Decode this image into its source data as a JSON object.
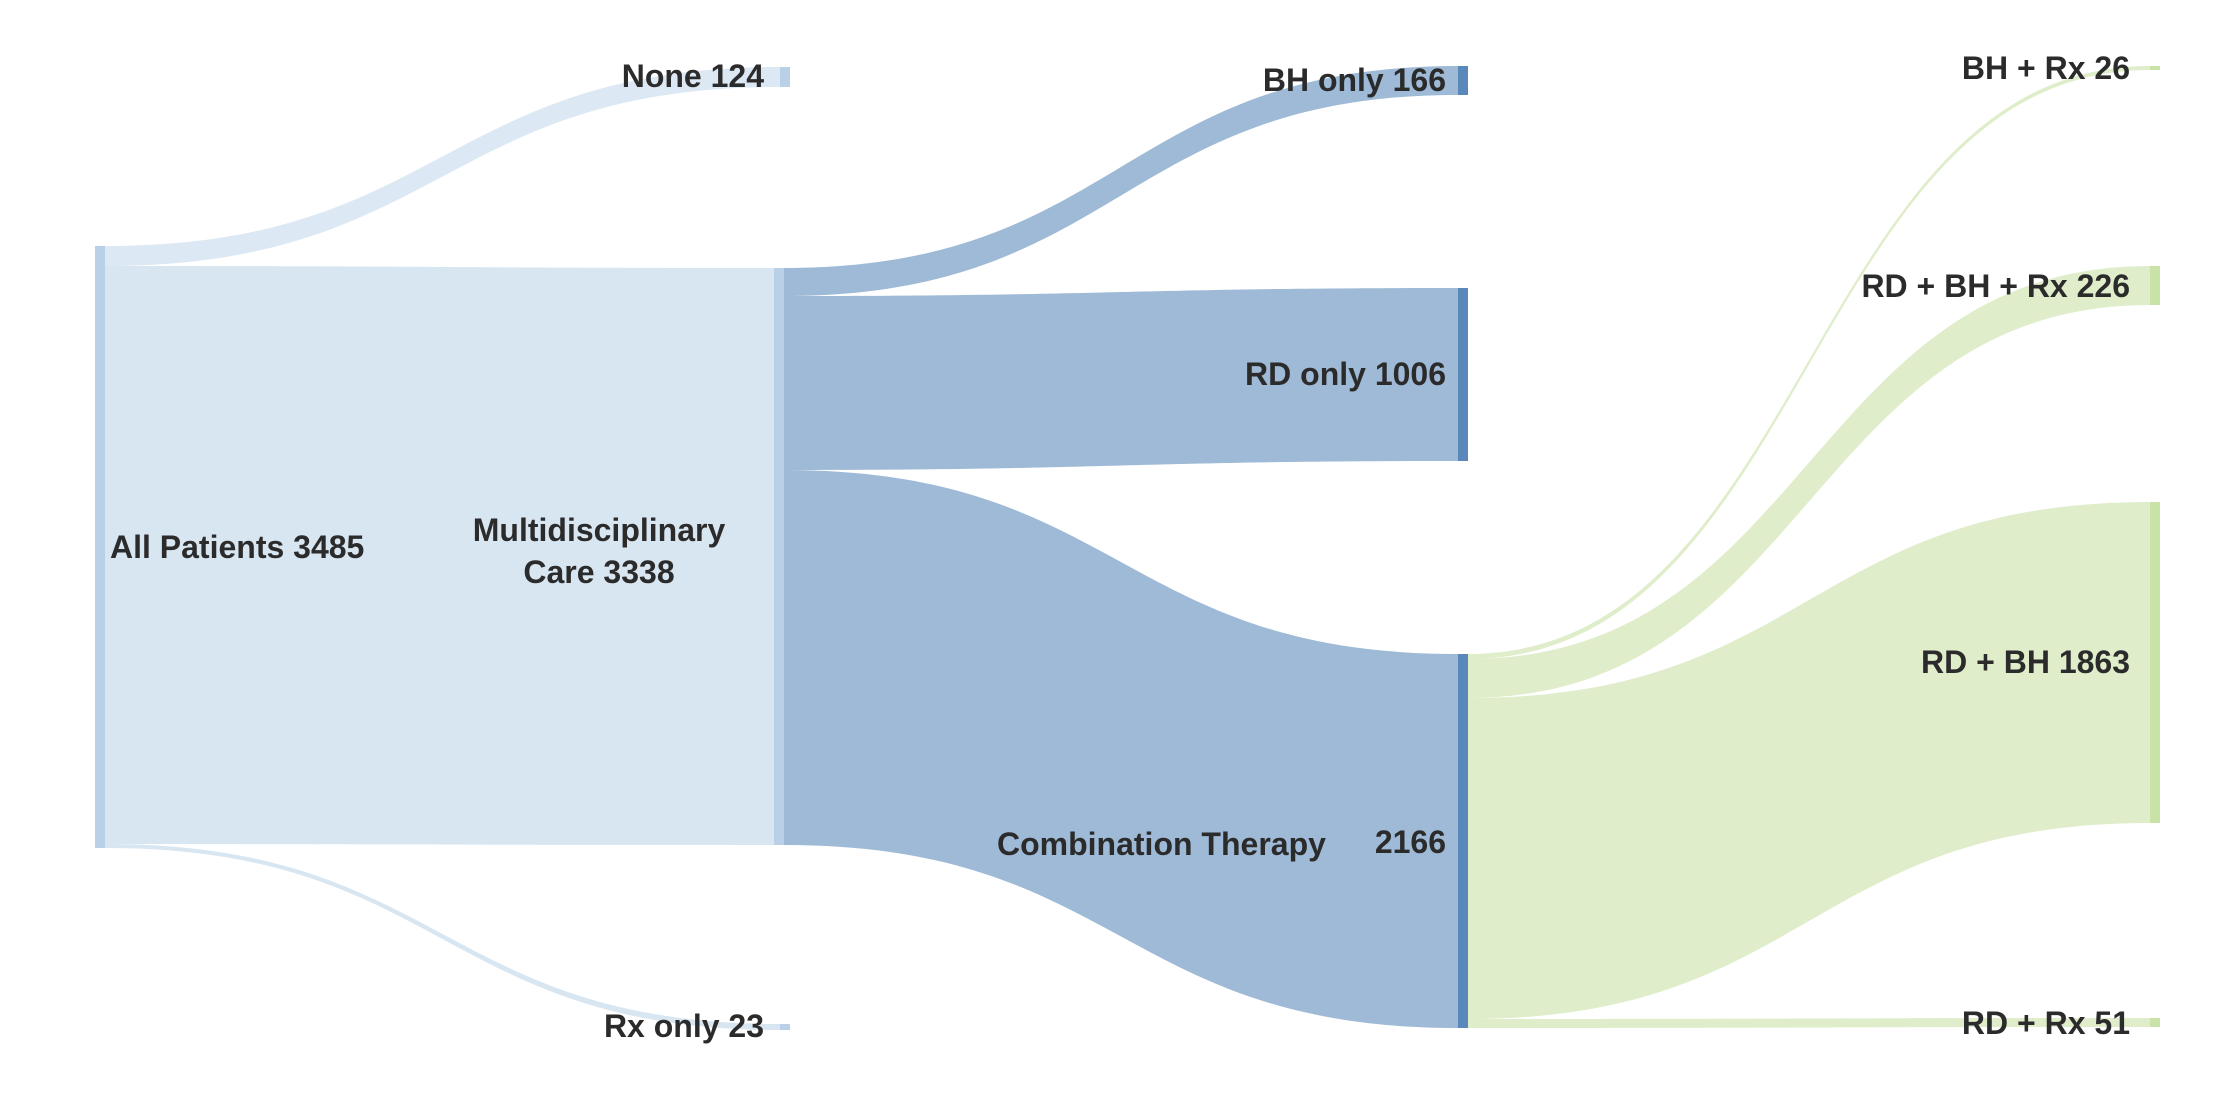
{
  "colors": {
    "flow_light_blue": "#d8e6f2",
    "flow_mid_blue": "#9ebad6",
    "flow_green": "#dfedca",
    "node_light_blue": "#b9d0e6",
    "node_mid_blue": "#a9c2dc",
    "node_dark_blue": "#5b88bb",
    "node_green": "#c9e2a8",
    "label": "#2b2b2b"
  },
  "chart_data": {
    "type": "sankey",
    "nodes": [
      {
        "id": "all_patients",
        "label": "All Patients 3485",
        "value": 3485
      },
      {
        "id": "none",
        "label": "None 124",
        "value": 124
      },
      {
        "id": "multidisciplinary",
        "label_line1": "Multidisciplinary",
        "label_line2": "Care 3338",
        "value": 3338
      },
      {
        "id": "rx_only",
        "label": "Rx only 23",
        "value": 23
      },
      {
        "id": "bh_only",
        "label": "BH only 166",
        "value": 166
      },
      {
        "id": "rd_only",
        "label": "RD only 1006",
        "value": 1006
      },
      {
        "id": "combination",
        "label_left": "Combination Therapy",
        "label_right": "2166",
        "value": 2166
      },
      {
        "id": "bh_rx",
        "label": "BH + Rx 26",
        "value": 26
      },
      {
        "id": "rd_bh_rx",
        "label": "RD + BH + Rx 226",
        "value": 226
      },
      {
        "id": "rd_bh",
        "label": "RD + BH 1863",
        "value": 1863
      },
      {
        "id": "rd_rx",
        "label": "RD + Rx 51",
        "value": 51
      }
    ],
    "links": [
      {
        "source": "all_patients",
        "target": "none",
        "value": 124
      },
      {
        "source": "all_patients",
        "target": "multidisciplinary",
        "value": 3338
      },
      {
        "source": "all_patients",
        "target": "rx_only",
        "value": 23
      },
      {
        "source": "multidisciplinary",
        "target": "bh_only",
        "value": 166
      },
      {
        "source": "multidisciplinary",
        "target": "rd_only",
        "value": 1006
      },
      {
        "source": "multidisciplinary",
        "target": "combination",
        "value": 2166
      },
      {
        "source": "combination",
        "target": "bh_rx",
        "value": 26
      },
      {
        "source": "combination",
        "target": "rd_bh_rx",
        "value": 226
      },
      {
        "source": "combination",
        "target": "rd_bh",
        "value": 1863
      },
      {
        "source": "combination",
        "target": "rd_rx",
        "value": 51
      }
    ]
  }
}
